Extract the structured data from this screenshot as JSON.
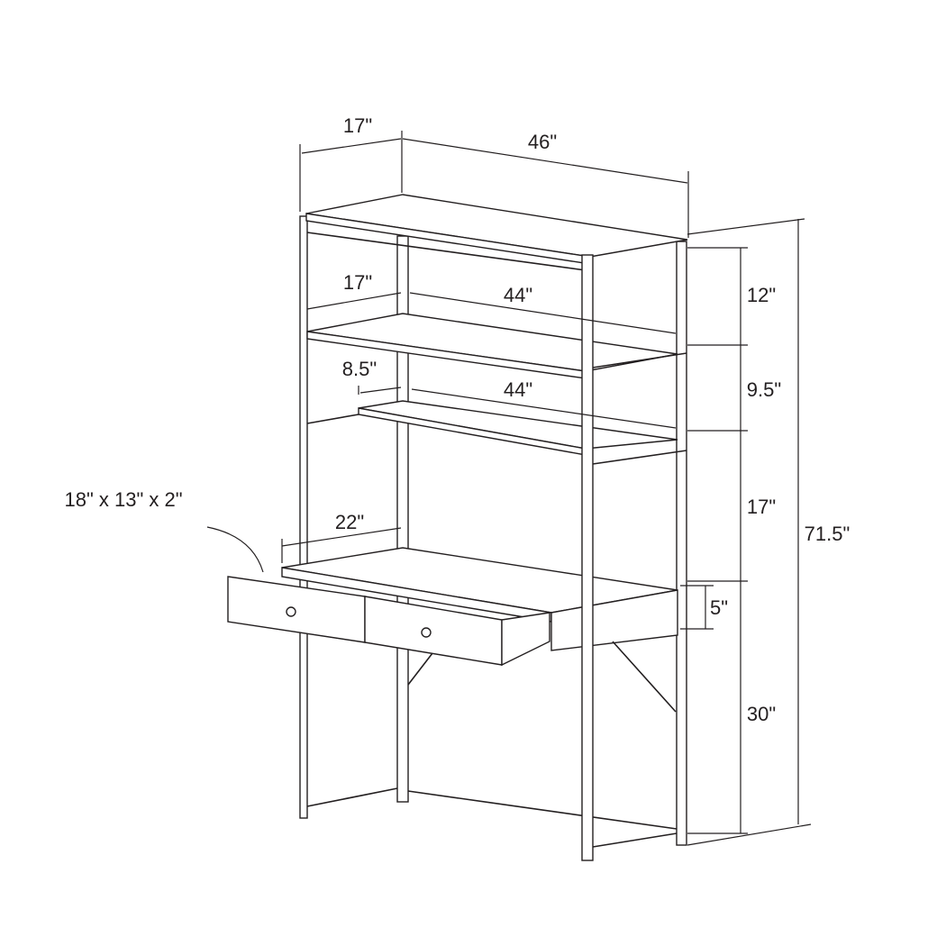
{
  "dimensions": {
    "depth_top": "17\"",
    "width_top": "46\"",
    "depth_shelf": "17\"",
    "width_shelf": "44\"",
    "height_top_section": "12\"",
    "depth_lower_shelf": "8.5\"",
    "width_lower_shelf": "44\"",
    "height_mid_section": "9.5\"",
    "drawer_size": "18\" x 13\" x 2\"",
    "depth_desk": "22\"",
    "height_above_desk": "17\"",
    "drawer_height": "5\"",
    "desk_height": "30\"",
    "total_height": "71.5\""
  },
  "colors": {
    "line": "#231f20",
    "background": "#ffffff"
  }
}
